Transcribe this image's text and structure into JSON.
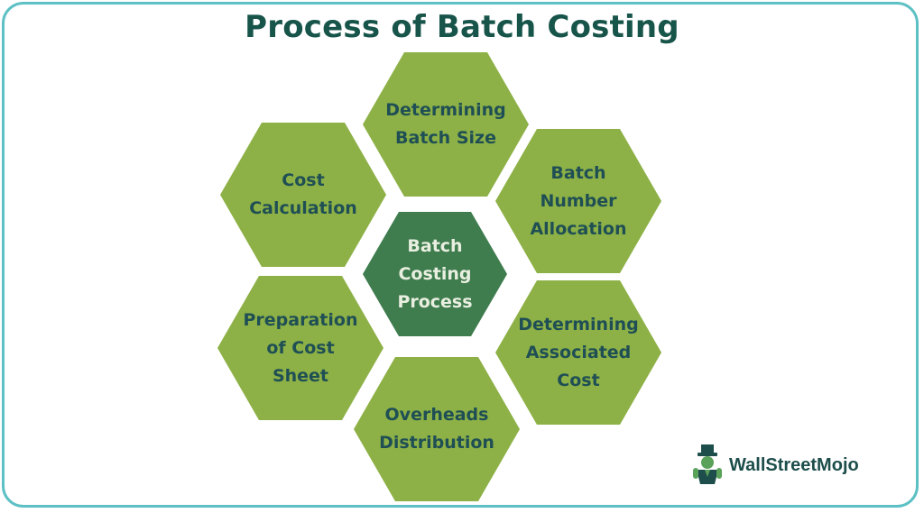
{
  "title": "Process of Batch Costing",
  "center": {
    "label": "Batch\nCosting\nProcess"
  },
  "hexagons": [
    {
      "id": "determining-batch-size",
      "label": "Determining\nBatch Size"
    },
    {
      "id": "batch-number-allocation",
      "label": "Batch\nNumber\nAllocation"
    },
    {
      "id": "determining-associated-cost",
      "label": "Determining\nAssociated\nCost"
    },
    {
      "id": "overheads-distribution",
      "label": "Overheads\nDistribution"
    },
    {
      "id": "preparation-of-cost-sheet",
      "label": "Preparation\nof Cost\nSheet"
    },
    {
      "id": "cost-calculation",
      "label": "Cost\nCalculation"
    }
  ],
  "brand": {
    "name": "WallStreetMojo",
    "icon": "mascot-icon"
  },
  "colors": {
    "hex_fill": "#8db146",
    "center_fill": "#3f7c4e",
    "text": "#1f4f55",
    "title": "#17544a",
    "border": "#5cc0c4"
  }
}
